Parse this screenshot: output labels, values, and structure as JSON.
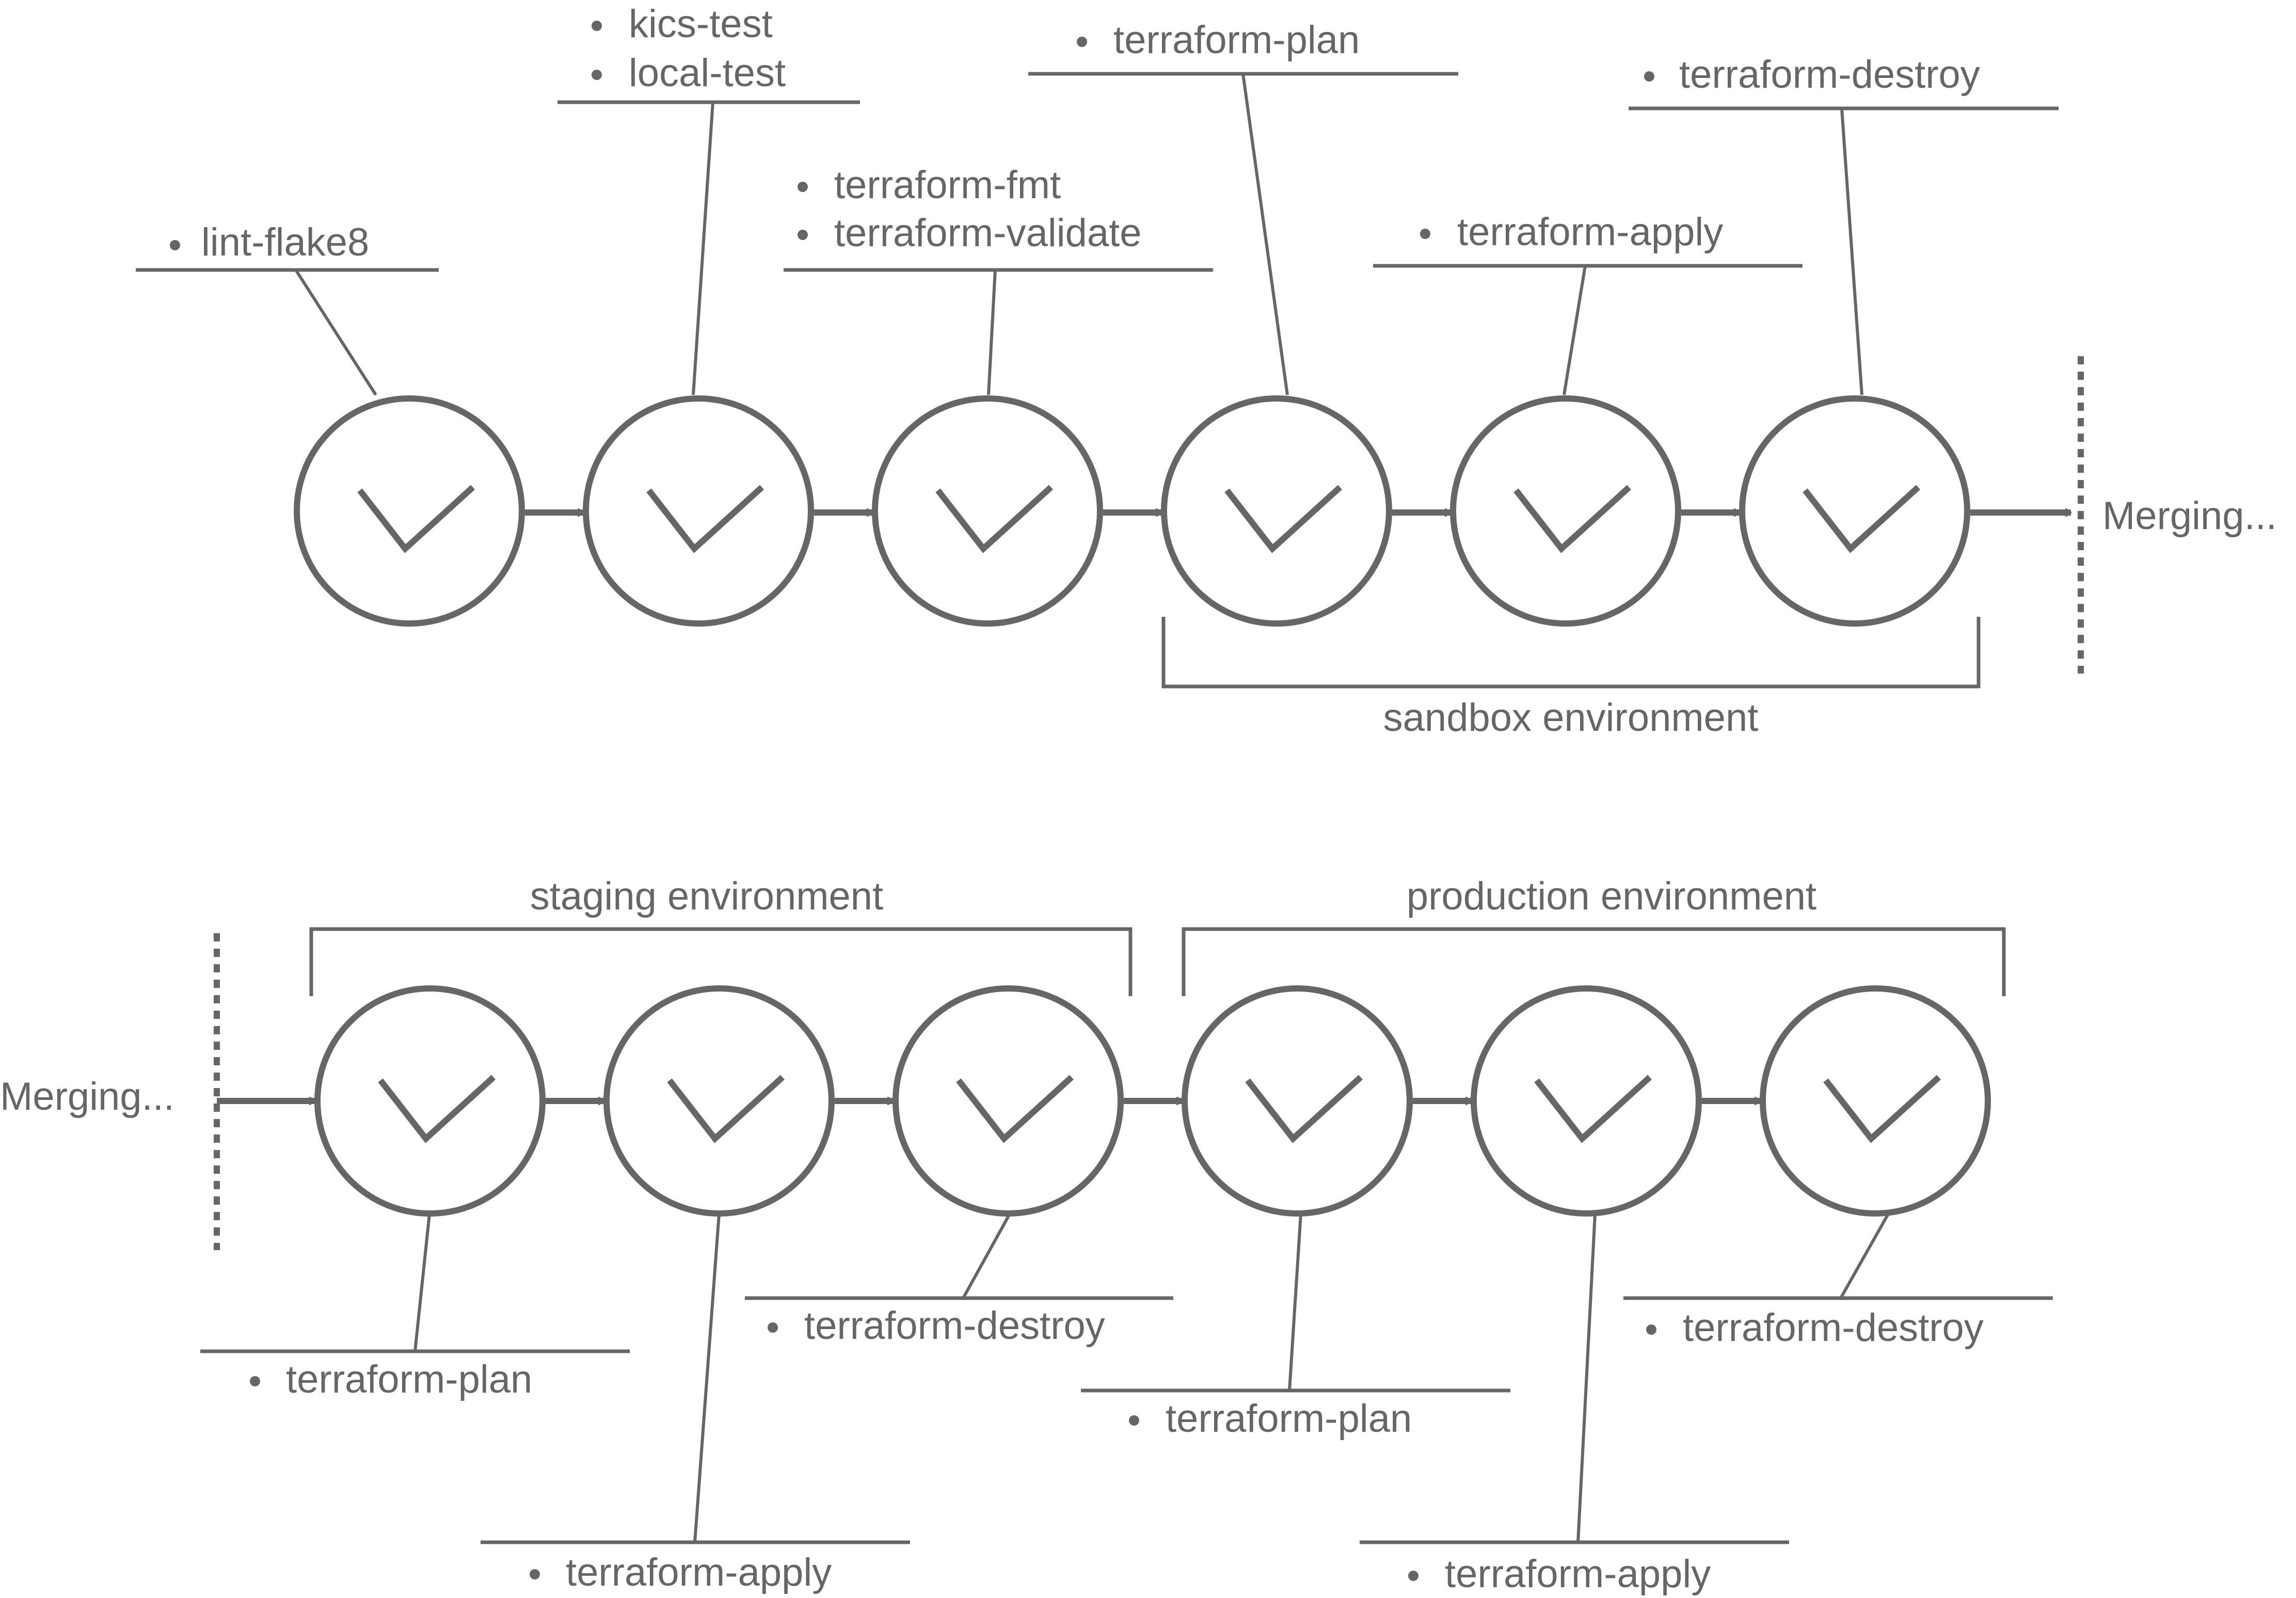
{
  "colors": {
    "stroke": "#666666",
    "text": "#666666",
    "background": "#ffffff"
  },
  "icons": {
    "stage_status": "check-icon",
    "flow": "arrow-right-icon"
  },
  "pipelines": [
    {
      "id": "top",
      "merge_label": "Merging...",
      "stages": [
        {
          "jobs": [
            "lint-flake8"
          ]
        },
        {
          "jobs": [
            "kics-test",
            "local-test"
          ]
        },
        {
          "jobs": [
            "terraform-fmt",
            "terraform-validate"
          ]
        },
        {
          "jobs": [
            "terraform-plan"
          ]
        },
        {
          "jobs": [
            "terraform-apply"
          ]
        },
        {
          "jobs": [
            "terraform-destroy"
          ]
        }
      ],
      "environments": [
        {
          "label": "sandbox environment"
        }
      ]
    },
    {
      "id": "bottom",
      "merge_label": "Merging...",
      "stages": [
        {
          "jobs": [
            "terraform-plan"
          ]
        },
        {
          "jobs": [
            "terraform-apply"
          ]
        },
        {
          "jobs": [
            "terraform-destroy"
          ]
        },
        {
          "jobs": [
            "terraform-plan"
          ]
        },
        {
          "jobs": [
            "terraform-apply"
          ]
        },
        {
          "jobs": [
            "terraform-destroy"
          ]
        }
      ],
      "environments": [
        {
          "label": "staging environment"
        },
        {
          "label": "production environment"
        }
      ]
    }
  ]
}
